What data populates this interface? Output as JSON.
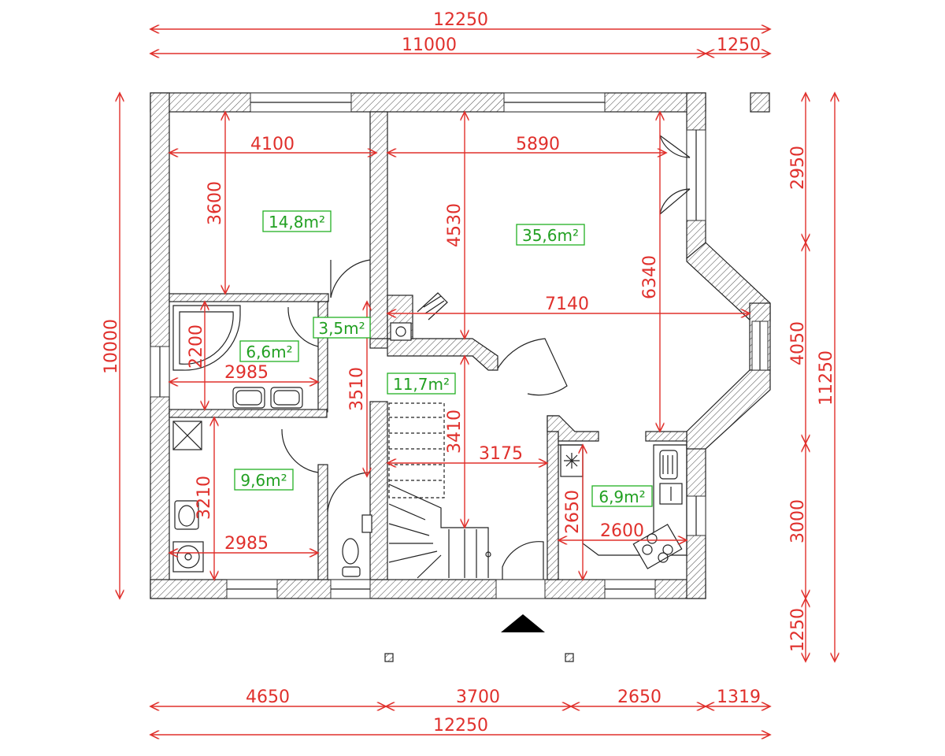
{
  "dimensions": {
    "top_overall": "12250",
    "top_main": "11000",
    "top_ext": "1250",
    "left_overall": "10000",
    "right_seg1": "2950",
    "right_seg2": "4050",
    "right_seg3": "3000",
    "right_seg4": "1250",
    "right_overall": "11250",
    "bottom_seg1": "4650",
    "bottom_seg2": "3700",
    "bottom_seg3": "2650",
    "bottom_seg4": "1319",
    "bottom_overall": "12250",
    "bedroom_w": "4100",
    "bedroom_h": "3600",
    "living_w": "5890",
    "living_h": "4530",
    "living_w2": "7140",
    "living_h2": "6340",
    "bath_h": "2200",
    "bath_w": "2985",
    "hall_h": "3510",
    "stair_h": "3410",
    "stair_w": "3175",
    "room4_h": "3210",
    "room4_w": "2985",
    "kitchen_h": "2650",
    "kitchen_w": "2600"
  },
  "areas": {
    "bedroom": "14,8m²",
    "living": "35,6m²",
    "hall": "3,5m²",
    "bath": "6,6m²",
    "stair": "11,7m²",
    "room4": "9,6m²",
    "kitchen": "6,9m²"
  },
  "colors": {
    "dimension": "#e0302c",
    "area_label": "#22a022",
    "wall_outline": "#222222"
  }
}
